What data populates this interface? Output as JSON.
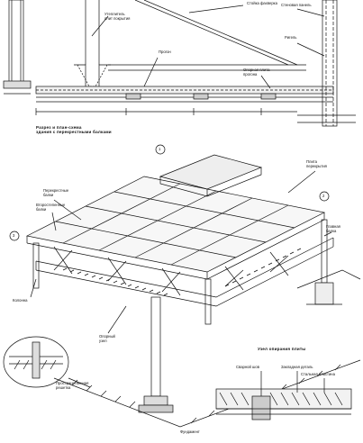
{
  "labels": {
    "section_caption": "Разрез и план-схема\nздания с перекрестными балками",
    "label_a": "Перекрестные\nбалки",
    "label_b": "Второстепенные\nбалки",
    "label_c": "Колонна",
    "label_d": "Плита\nперекрытия",
    "label_e": "Главная\nбалка",
    "label_f": "Опорный\nузел",
    "label_g": "Пространственная\nрешетка",
    "label_h": "Фундамент",
    "detail_caption": "Узел опирания плиты",
    "detail_note_1": "Сварной шов",
    "detail_note_2": "Закладная деталь",
    "detail_note_3": "Стальная пластина",
    "top_note_1": "Стойка фахверка",
    "top_note_2": "Утеплитель\nплит покрытия",
    "top_note_3": "Прогон",
    "top_note_4": "Стеновая панель",
    "top_note_5": "Опорная плита\nпрогона",
    "top_note_6": "Ригель",
    "grid_1": "1",
    "grid_2": "2",
    "grid_3": "3"
  }
}
